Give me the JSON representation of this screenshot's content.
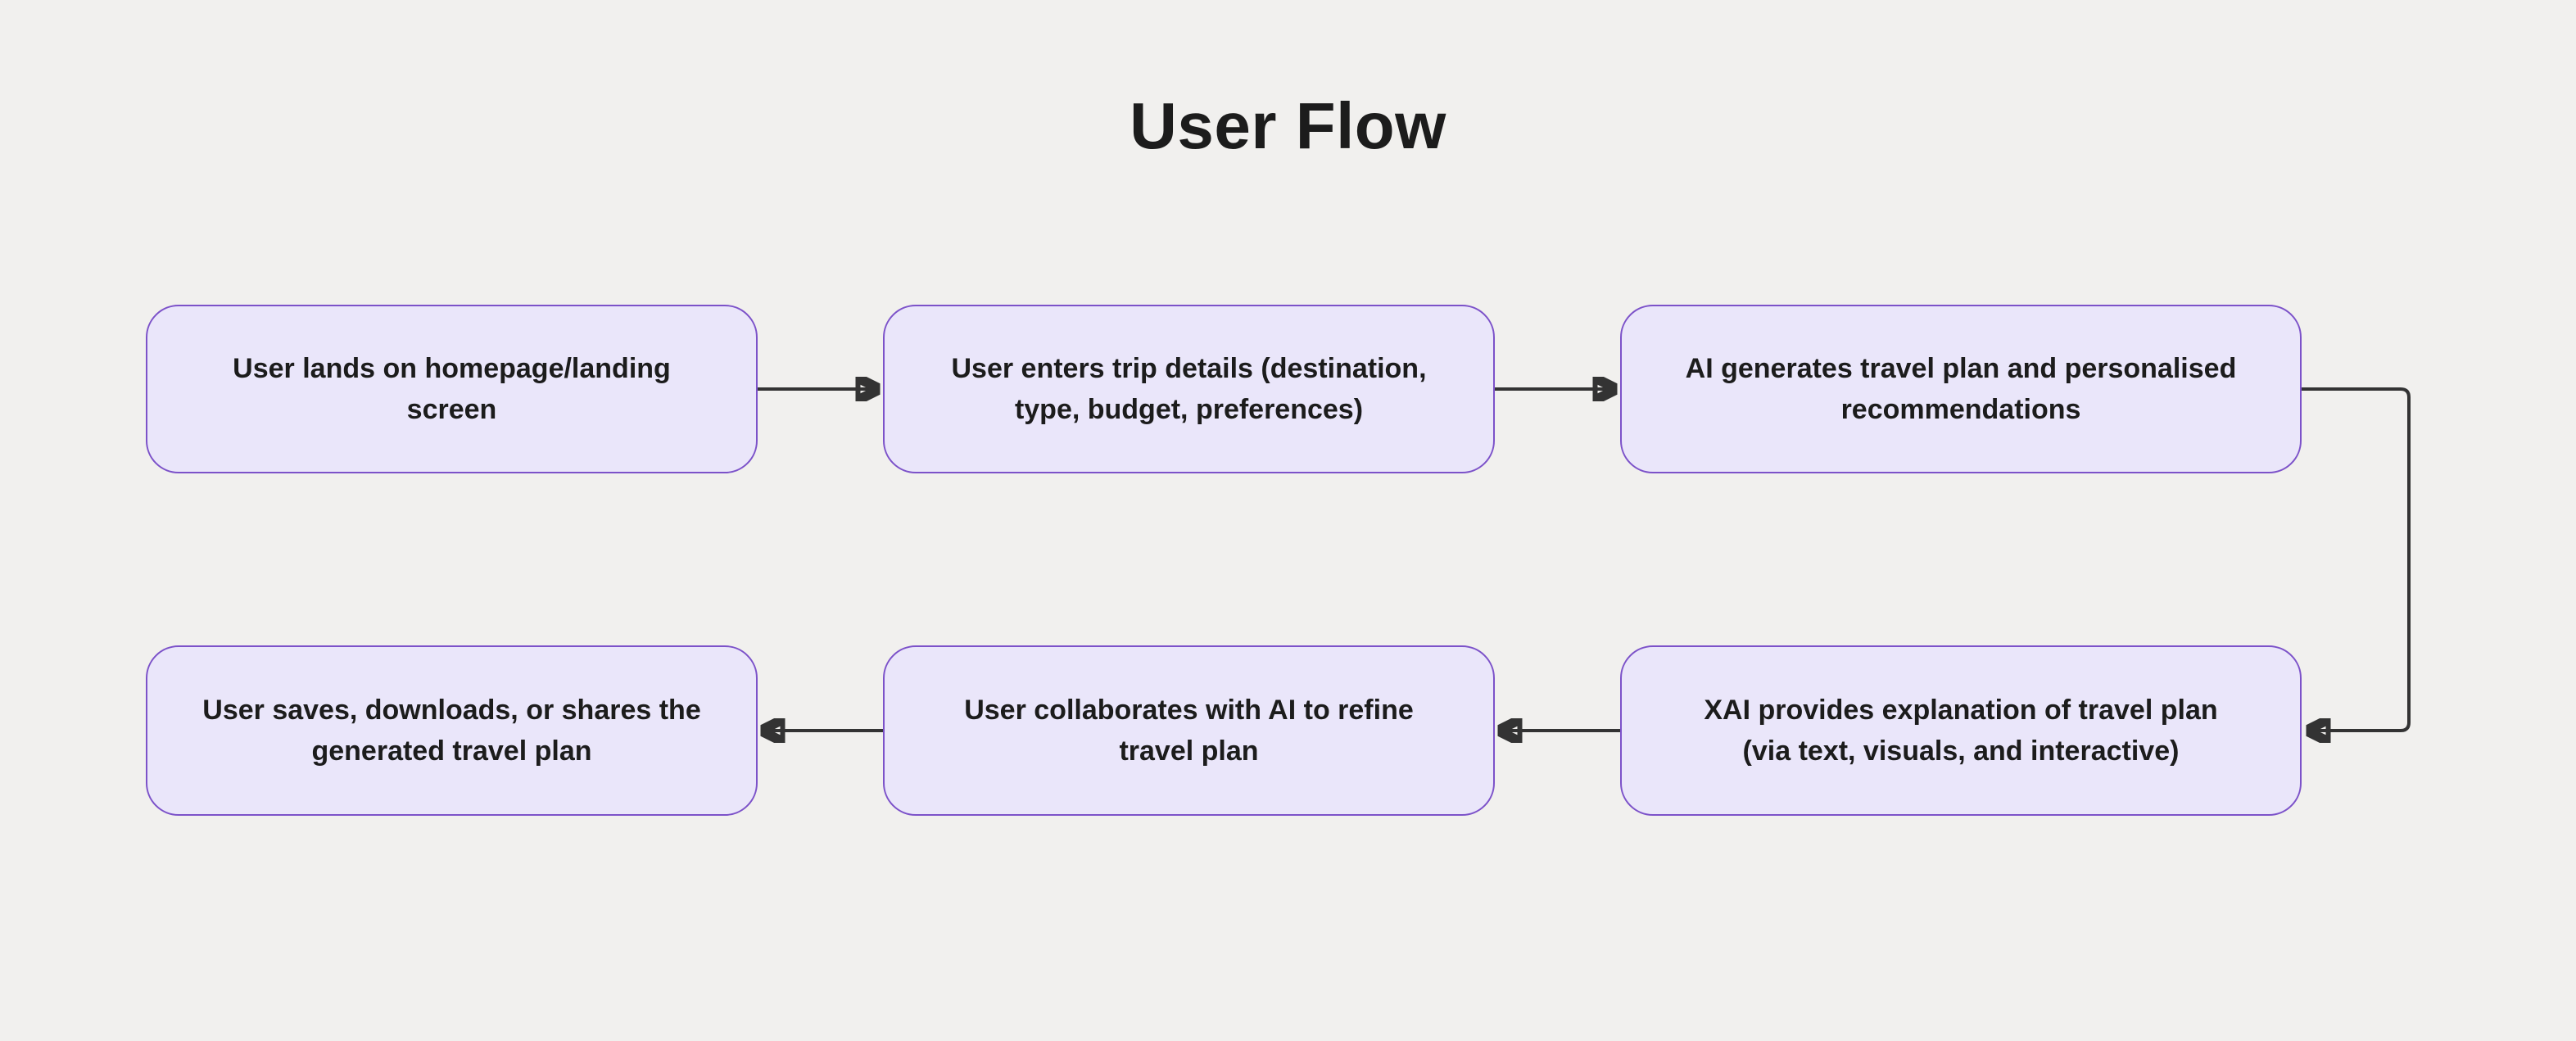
{
  "title": "User Flow",
  "colors": {
    "background": "#F1F0EE",
    "node_fill": "#EAE6FA",
    "node_border": "#7C52C9",
    "arrow": "#333333",
    "text": "#1C1C1C"
  },
  "nodes": [
    {
      "id": "landing",
      "label": "User lands on homepage/landing screen",
      "lines": [
        "User lands on homepage/landing",
        "screen"
      ]
    },
    {
      "id": "trip-details",
      "label": "User enters trip details (destination, type, budget, preferences)",
      "lines": [
        "User enters trip details (destination,",
        "type, budget, preferences)"
      ]
    },
    {
      "id": "ai-generates",
      "label": "AI generates travel plan and personalised recommendations",
      "lines": [
        "AI generates travel plan and personalised",
        "recommendations"
      ]
    },
    {
      "id": "save-share",
      "label": "User saves, downloads, or shares the generated travel plan",
      "lines": [
        "User saves, downloads, or shares the",
        "generated travel plan"
      ]
    },
    {
      "id": "collaborate",
      "label": "User collaborates with AI to refine travel plan",
      "lines": [
        "User collaborates with AI to refine",
        "travel plan"
      ]
    },
    {
      "id": "xai-explains",
      "label": "XAI provides explanation of travel plan (via text, visuals, and interactive)",
      "lines": [
        "XAI provides explanation of travel plan",
        "(via text, visuals, and interactive)"
      ]
    }
  ],
  "edges": [
    {
      "from": "landing",
      "to": "trip-details"
    },
    {
      "from": "trip-details",
      "to": "ai-generates"
    },
    {
      "from": "ai-generates",
      "to": "xai-explains"
    },
    {
      "from": "xai-explains",
      "to": "collaborate"
    },
    {
      "from": "collaborate",
      "to": "save-share"
    }
  ]
}
